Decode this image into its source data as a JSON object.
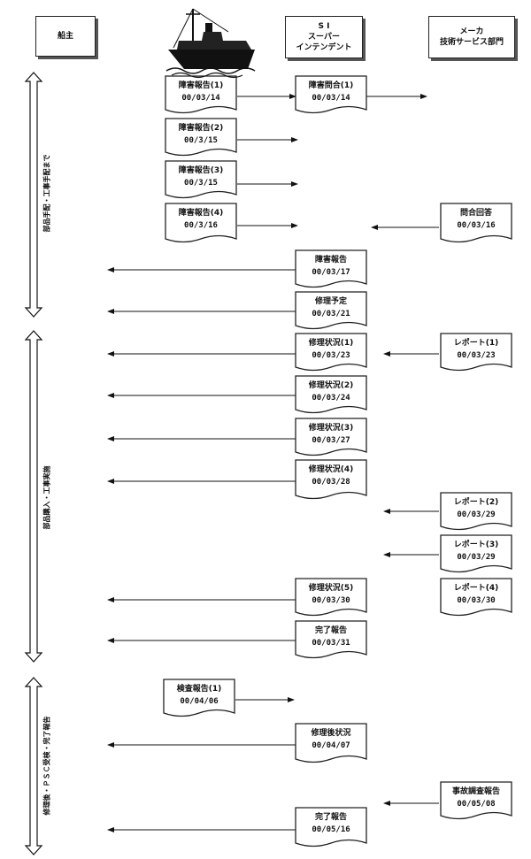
{
  "headers": {
    "owner": "船主",
    "si": [
      "S I",
      "スーパー",
      "インテンデント"
    ],
    "maker": [
      "メーカ",
      "技術サービス部門"
    ]
  },
  "phases": [
    {
      "label": "部品手配・工事手配まで"
    },
    {
      "label": "部品購入・工事実施"
    },
    {
      "label": "修理後・ＰＳＣ受検・完了報告"
    }
  ],
  "ship_docs": [
    {
      "title": "障害報告(1)",
      "date": "00/03/14"
    },
    {
      "title": "障害報告(2)",
      "date": "00/3/15"
    },
    {
      "title": "障害報告(3)",
      "date": "00/3/15"
    },
    {
      "title": "障害報告(4)",
      "date": "00/3/16"
    },
    {
      "title": "検査報告(1)",
      "date": "00/04/06"
    }
  ],
  "si_docs": [
    {
      "title": "障害問合(1)",
      "date": "00/03/14"
    },
    {
      "title": "障害報告",
      "date": "00/03/17"
    },
    {
      "title": "修理予定",
      "date": "00/03/21"
    },
    {
      "title": "修理状況(1)",
      "date": "00/03/23"
    },
    {
      "title": "修理状況(2)",
      "date": "00/03/24"
    },
    {
      "title": "修理状況(3)",
      "date": "00/03/27"
    },
    {
      "title": "修理状況(4)",
      "date": "00/03/28"
    },
    {
      "title": "修理状況(5)",
      "date": "00/03/30"
    },
    {
      "title": "完了報告",
      "date": "00/03/31"
    },
    {
      "title": "修理後状況",
      "date": "00/04/07"
    },
    {
      "title": "完了報告",
      "date": "00/05/16"
    }
  ],
  "maker_docs": [
    {
      "title": "問合回答",
      "date": "00/03/16"
    },
    {
      "title": "レポート(1)",
      "date": "00/03/23"
    },
    {
      "title": "レポート(2)",
      "date": "00/03/29"
    },
    {
      "title": "レポート(3)",
      "date": "00/03/29"
    },
    {
      "title": "レポート(4)",
      "date": "00/03/30"
    },
    {
      "title": "事故調査報告",
      "date": "00/05/08"
    }
  ]
}
